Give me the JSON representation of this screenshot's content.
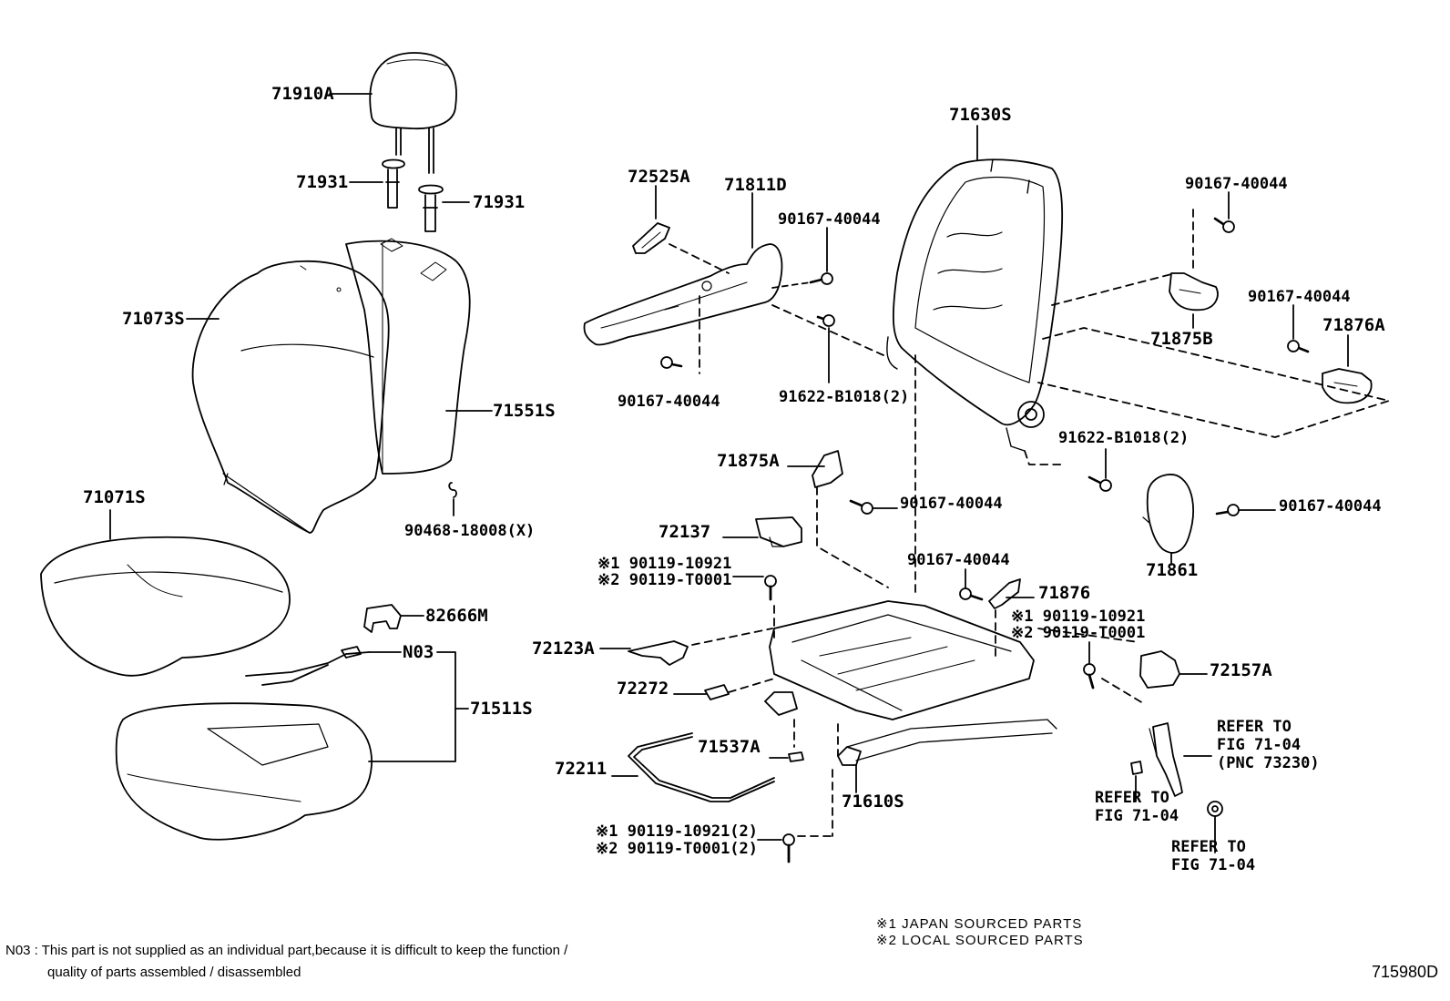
{
  "labels": {
    "p71910A": "71910A",
    "p71931a": "71931",
    "p71931b": "71931",
    "p71073S": "71073S",
    "p71551S": "71551S",
    "p90468": "90468-18008(X)",
    "p71071S": "71071S",
    "p82666M": "82666M",
    "pN03": "N03",
    "p71511S": "71511S",
    "p72525A": "72525A",
    "p71811D": "71811D",
    "p90167_a": "90167-40044",
    "p90167_b": "90167-40044",
    "p91622_a": "91622-B1018(2)",
    "p71630S": "71630S",
    "p90167_c": "90167-40044",
    "p71875B": "71875B",
    "p90167_d": "90167-40044",
    "p71876A": "71876A",
    "p91622_b": "91622-B1018(2)",
    "p71875A": "71875A",
    "p90167_e": "90167-40044",
    "p72137": "72137",
    "p90119_j1": "※1 90119-10921",
    "p90119_l1": "※2 90119-T0001",
    "p90167_f": "90167-40044",
    "p71876": "71876",
    "p90119_j2": "※1 90119-10921",
    "p90119_l2": "※2 90119-T0001",
    "p72123A": "72123A",
    "p72157A": "72157A",
    "p72272": "72272",
    "p71537A": "71537A",
    "p72211": "72211",
    "p71610S": "71610S",
    "p90119_j3": "※1 90119-10921(2)",
    "p90119_l3": "※2 90119-T0001(2)",
    "p90167_g": "90167-40044",
    "p71861": "71861",
    "ref1_a": "REFER TO",
    "ref1_b": "FIG 71-04",
    "ref1_c": "(PNC 73230)",
    "ref2_a": "REFER TO",
    "ref2_b": "FIG 71-04",
    "ref3_a": "REFER TO",
    "ref3_b": "FIG 71-04"
  },
  "legend": {
    "japan": "※1  JAPAN SOURCED PARTS",
    "local": "※2  LOCAL SOURCED PARTS"
  },
  "note": {
    "line1": "N03 : This part is not supplied as an individual part,because it is difficult to keep the function /",
    "line2": "quality of parts assembled / disassembled"
  },
  "figure_id": "715980D"
}
